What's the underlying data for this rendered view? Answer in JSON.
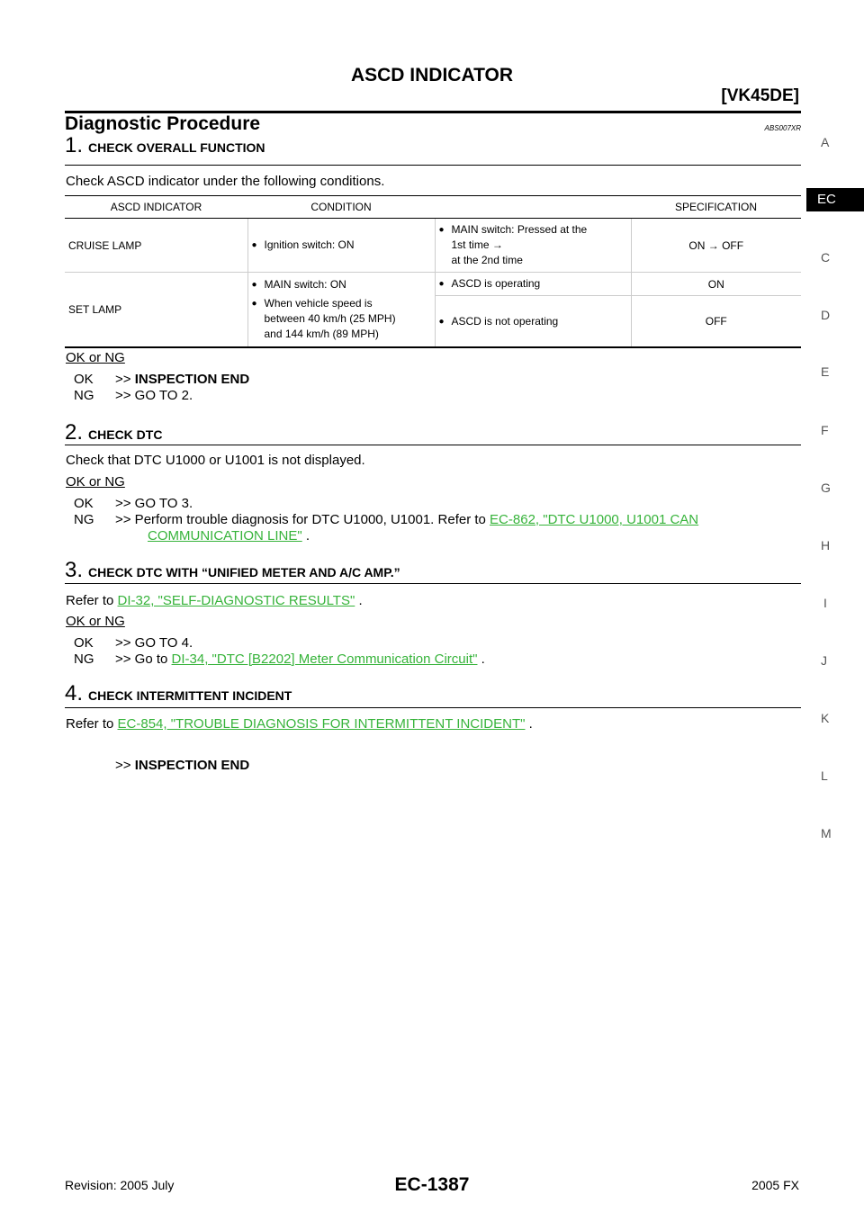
{
  "header": {
    "title": "ASCD INDICATOR",
    "model_tag": "[VK45DE]"
  },
  "procedure": {
    "heading": "Diagnostic Procedure",
    "code": "ABS007XR"
  },
  "step1": {
    "num": "1.",
    "title": "CHECK OVERALL FUNCTION",
    "intro": "Check ASCD indicator under the following conditions.",
    "table": {
      "headers": [
        "ASCD INDICATOR",
        "CONDITION",
        "SPECIFICATION"
      ],
      "cruise": {
        "name": "CRUISE LAMP",
        "cond": "Ignition switch: ON",
        "cond2_l1": "MAIN switch: Pressed at the",
        "cond2_l2": "1st time →",
        "cond2_l3": "at the 2nd time",
        "spec": "ON → OFF"
      },
      "set": {
        "name": "SET LAMP",
        "cond_main": "MAIN switch: ON",
        "cond_speed_l1": "When vehicle speed is",
        "cond_speed_l2": "between 40 km/h (25 MPH)",
        "cond_speed_l3": "and 144 km/h (89 MPH)",
        "cond_a": "ASCD is operating",
        "spec_a": "ON",
        "cond_b": "ASCD is not operating",
        "spec_b": "OFF"
      }
    },
    "okng": "OK or NG",
    "ok_label": "OK",
    "ok_text": ">> ",
    "ok_bold": "INSPECTION END",
    "ng_label": "NG",
    "ng_text": ">> GO TO 2."
  },
  "step2": {
    "num": "2.",
    "title": "CHECK DTC",
    "text": "Check that DTC U1000 or U1001 is not displayed.",
    "okng": "OK or NG",
    "ok_label": "OK",
    "ok_text": ">> GO TO 3.",
    "ng_label": "NG",
    "ng_text": ">> Perform trouble diagnosis for DTC U1000, U1001. Refer to ",
    "ng_link_1": "EC-862, \"DTC U1000, U1001 CAN",
    "ng_link_2": "COMMUNICATION LINE\"",
    "ng_tail": " ."
  },
  "step3": {
    "num": "3.",
    "title": "CHECK DTC WITH “UNIFIED METER AND A/C AMP.”",
    "text_pre": "Refer to ",
    "link": "DI-32, \"SELF-DIAGNOSTIC RESULTS\"",
    "text_post": " .",
    "okng": "OK or NG",
    "ok_label": "OK",
    "ok_text": ">> GO TO 4.",
    "ng_label": "NG",
    "ng_text": ">> Go to ",
    "ng_link": "DI-34, \"DTC [B2202] Meter Communication Circuit\"",
    "ng_tail": " ."
  },
  "step4": {
    "num": "4.",
    "title": "CHECK INTERMITTENT INCIDENT",
    "text_pre": "Refer to ",
    "link": "EC-854, \"TROUBLE DIAGNOSIS FOR INTERMITTENT INCIDENT\"",
    "text_post": " .",
    "end_prefix": ">> ",
    "end_bold": "INSPECTION END"
  },
  "sidebar": {
    "active": "EC",
    "letters": [
      "A",
      "C",
      "D",
      "E",
      "F",
      "G",
      "H",
      "I",
      "J",
      "K",
      "L",
      "M"
    ]
  },
  "footer": {
    "revision": "Revision: 2005 July",
    "page": "EC-1387",
    "model": "2005 FX"
  }
}
